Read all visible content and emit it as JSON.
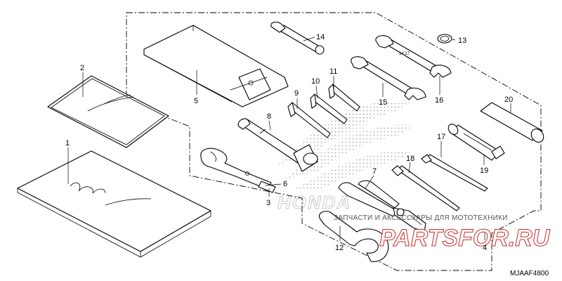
{
  "diagram_code": "MJAAF4800",
  "callouts": [
    "1",
    "2",
    "3",
    "4",
    "5",
    "6",
    "7",
    "8",
    "9",
    "10",
    "11",
    "12",
    "13",
    "14",
    "15",
    "16",
    "17",
    "18",
    "19",
    "20"
  ],
  "watermark": {
    "caption": "ЗАПЧАСТИ И АКСЕССУАРЫ ДЛЯ МОТОТЕХНИКИ",
    "brand": "PARTSFOR.RU",
    "logo_text": "HONDA"
  },
  "colors": {
    "line": "#000000",
    "watermark_red": "#cc2b2b",
    "watermark_gray": "#666666"
  }
}
